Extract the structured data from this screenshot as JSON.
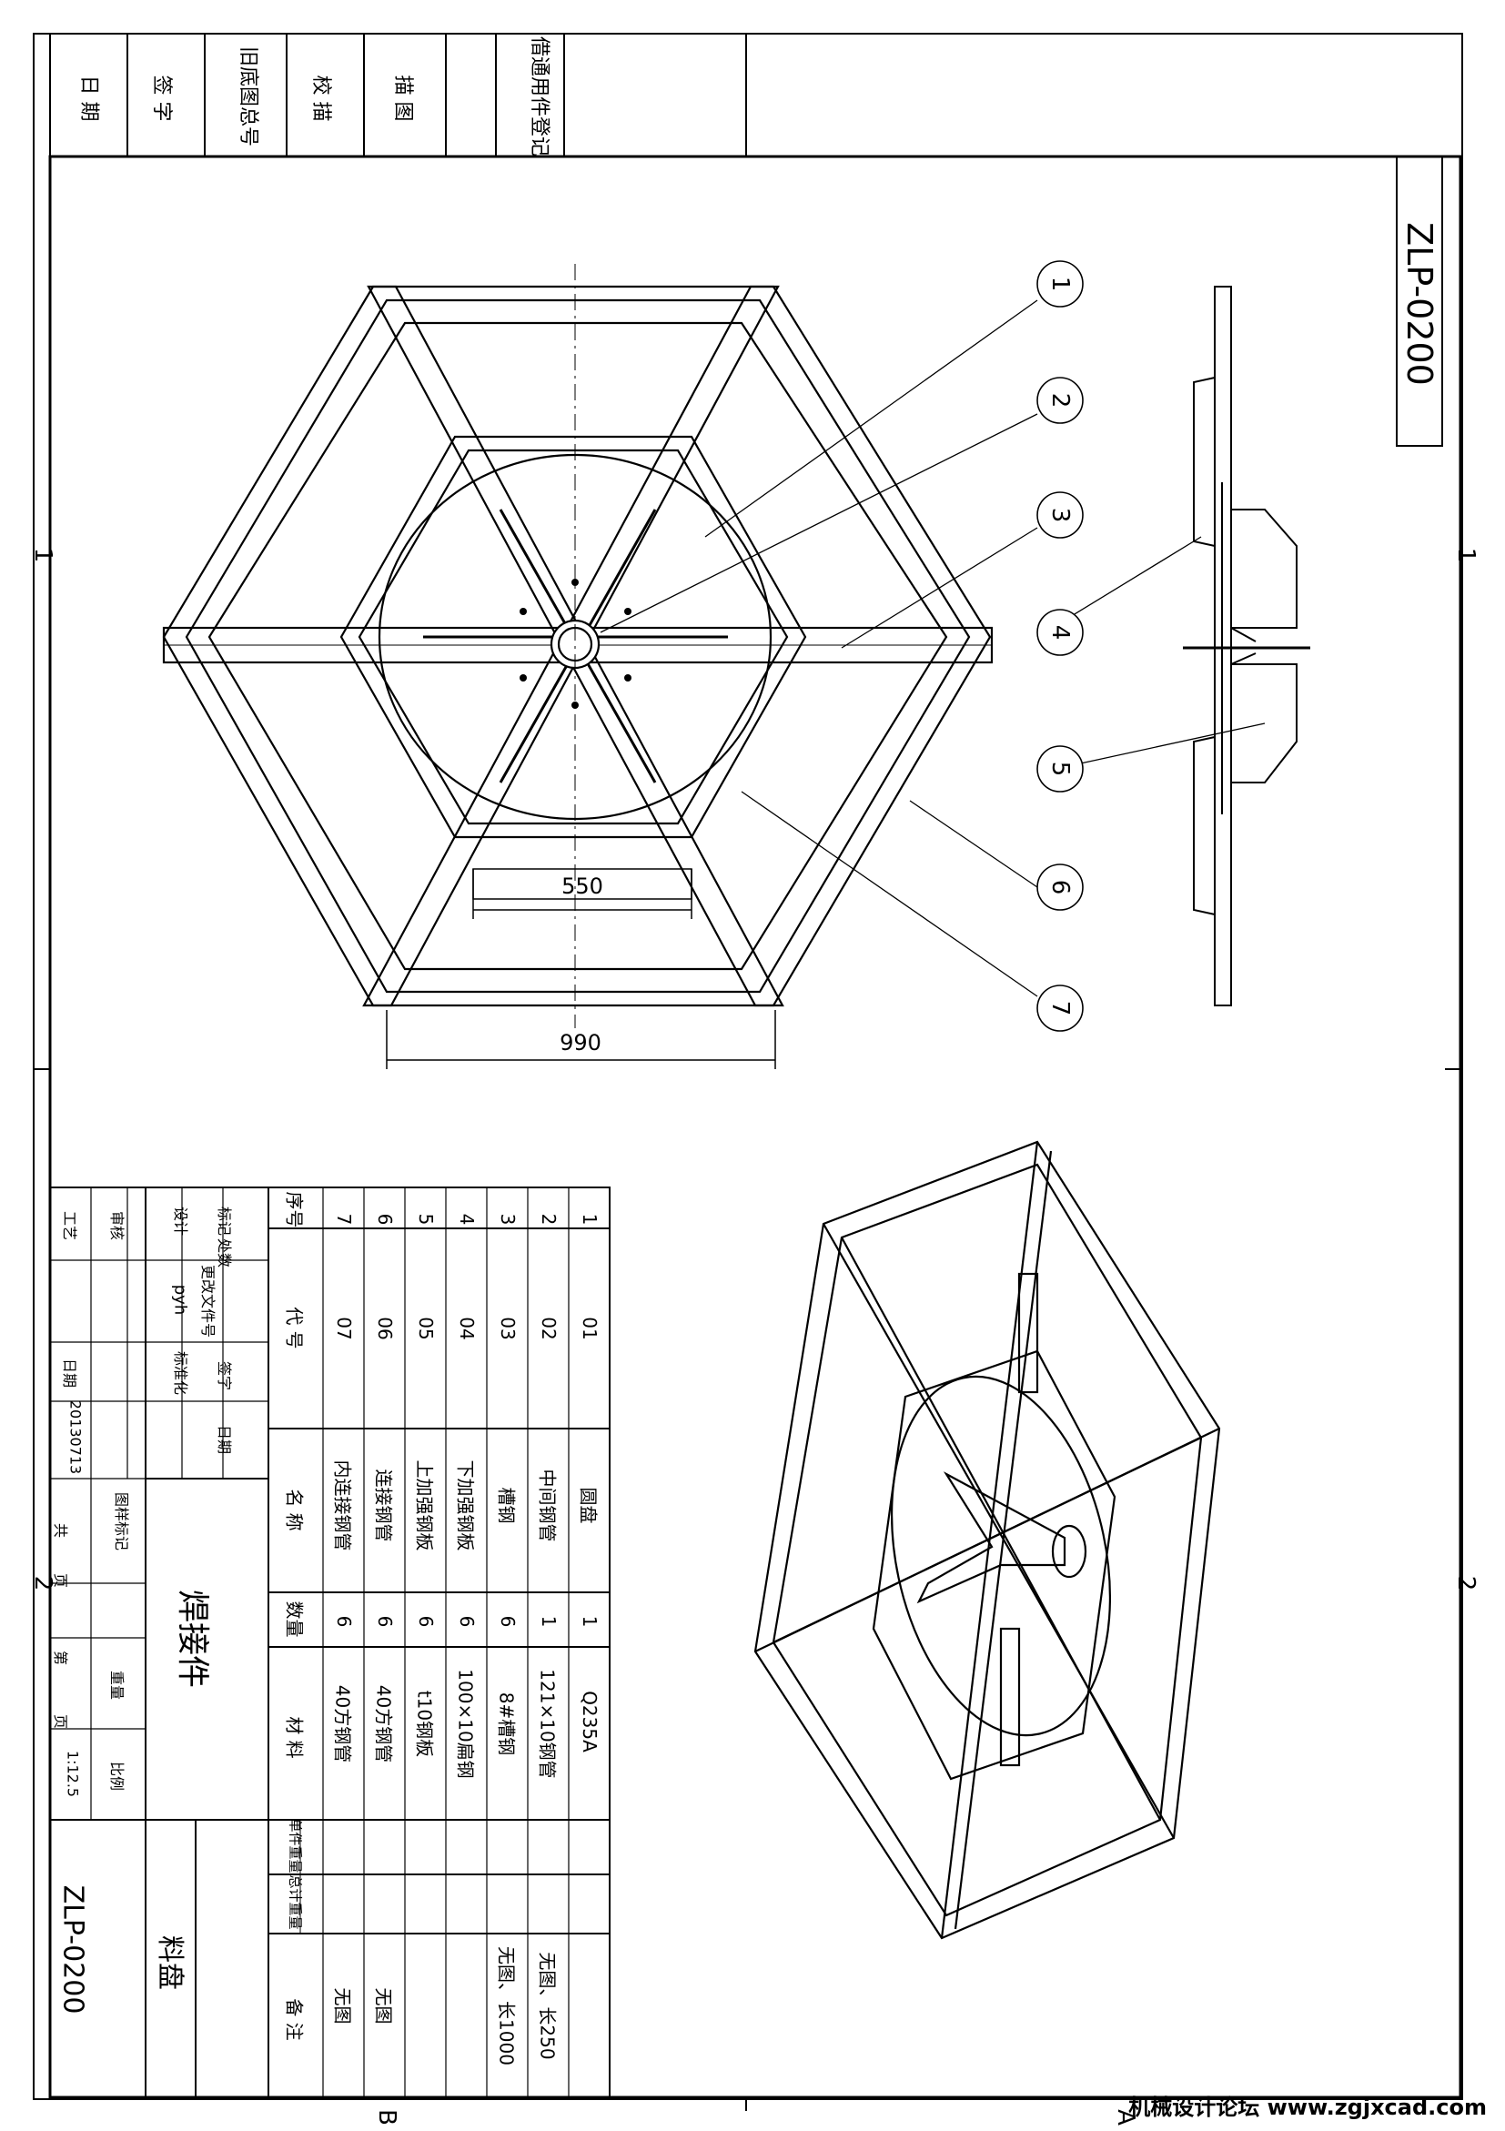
{
  "drawing_no": "ZLP-0200",
  "part_name": "料盘",
  "assembly_type": "焊接件",
  "scale": "1:12.5",
  "design_user": "pyh",
  "date": "20130713",
  "edge_marks": {
    "zone1": "1",
    "zone2": "2",
    "zone_a": "A",
    "zone_b": "B"
  },
  "dimensions": {
    "inner_width": "550",
    "outer_width": "990"
  },
  "balloons": [
    "1",
    "2",
    "3",
    "4",
    "5",
    "6",
    "7"
  ],
  "side_block": {
    "labels": [
      "借通用件登记",
      "描 图",
      "校 描",
      "旧底图总号",
      "签 字",
      "日 期"
    ]
  },
  "bom": {
    "headers": {
      "seq": "序号",
      "code": "代 号",
      "name": "名 称",
      "qty": "数量",
      "material": "材 料",
      "unit_weight": "单件重量",
      "total_weight": "总计重量",
      "note": "备 注"
    },
    "rows": [
      {
        "seq": "7",
        "code": "07",
        "name": "内连接钢管",
        "qty": "6",
        "material": "40方钢管",
        "note": "无图"
      },
      {
        "seq": "6",
        "code": "06",
        "name": "连接钢管",
        "qty": "6",
        "material": "40方钢管",
        "note": "无图"
      },
      {
        "seq": "5",
        "code": "05",
        "name": "上加强钢板",
        "qty": "6",
        "material": "t10钢板",
        "note": ""
      },
      {
        "seq": "4",
        "code": "04",
        "name": "下加强钢板",
        "qty": "6",
        "material": "100×10扁钢",
        "note": ""
      },
      {
        "seq": "3",
        "code": "03",
        "name": "槽钢",
        "qty": "6",
        "material": "8#槽钢",
        "note": "无图、长1000"
      },
      {
        "seq": "2",
        "code": "02",
        "name": "中间钢管",
        "qty": "1",
        "material": "121×10钢管",
        "note": "无图、长250"
      },
      {
        "seq": "1",
        "code": "01",
        "name": "圆盘",
        "qty": "1",
        "material": "Q235A",
        "note": ""
      }
    ]
  },
  "title_block": {
    "mark": "标记",
    "count": "处数",
    "change_doc": "更改文件号",
    "sign": "签字",
    "date_label": "日期",
    "design": "设计",
    "standardize": "标准化",
    "review": "审核",
    "process": "工艺",
    "stage_mark": "图样标记",
    "weight": "重量",
    "scale_label": "比例",
    "total": "共",
    "sheet": "页",
    "page_no": "第",
    "page": "页"
  },
  "watermark": "机械设计论坛 www.zgjxcad.com"
}
